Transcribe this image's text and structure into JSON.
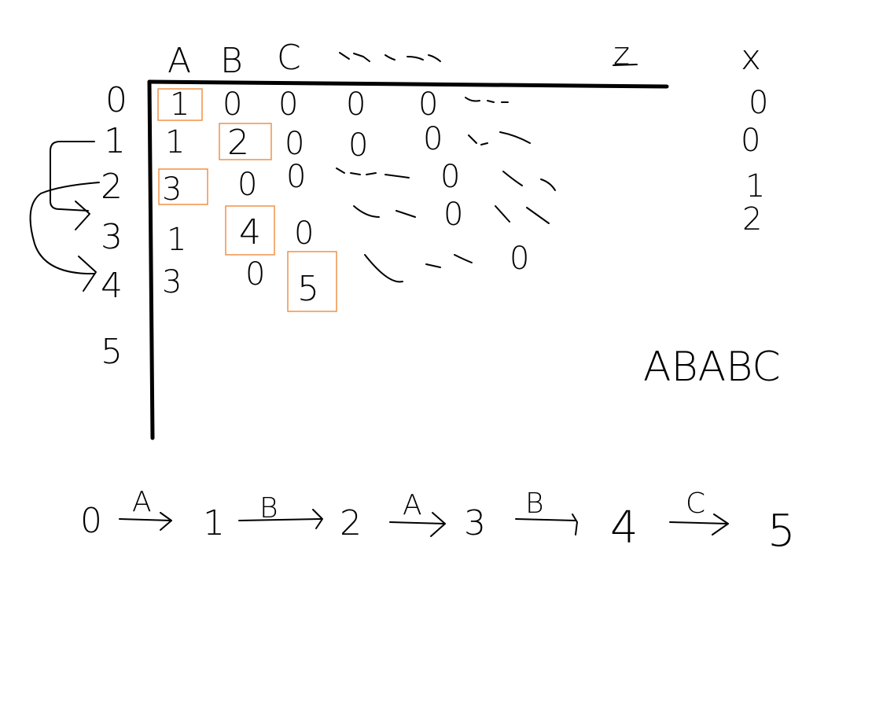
{
  "columns": [
    "A",
    "B",
    "C"
  ],
  "column_z": "z",
  "row_labels": [
    "0",
    "1",
    "2",
    "3",
    "4",
    "5"
  ],
  "table_rows": [
    [
      "1",
      "0",
      "0",
      "0",
      "0"
    ],
    [
      "1",
      "2",
      "0",
      "0",
      "0"
    ],
    [
      "3",
      "0",
      "0",
      "0"
    ],
    [
      "1",
      "4",
      "0",
      "0"
    ],
    [
      "3",
      "0",
      "5",
      "0"
    ]
  ],
  "x_header": "x",
  "x_values": [
    "0",
    "0",
    "1",
    "2"
  ],
  "pattern": "ABABC",
  "chain": {
    "states": [
      "0",
      "1",
      "2",
      "3",
      "4",
      "5"
    ],
    "edges": [
      "A",
      "B",
      "A",
      "B",
      "C"
    ]
  },
  "colors": {
    "ink": "#000000",
    "highlight": "#f08a3a",
    "background": "#ffffff"
  }
}
